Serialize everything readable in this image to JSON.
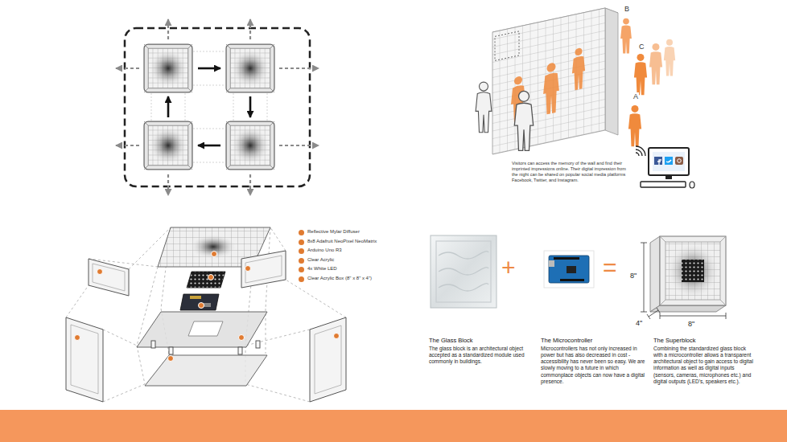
{
  "diagram": {
    "labels": [
      "A",
      "B",
      "C",
      "Visitors can access the memory of the wall and find their imprinted impressions online. Their digital impression from the night can be shared on popular social media platforms Facebook, Twitter, and Instagram.",
      "+",
      "=",
      "8\"",
      "4\"",
      "8\"",
      "The Glass Block",
      "The glass block is an architectural object accepted as a standardized module used commonly in buildings.",
      "The Microcontroller",
      "Microcontrollers has not only increased in power but has also decreased in cost - accessibility has never been so easy. We are slowly moving to a future in which commonplace objects can now have a digital presence.",
      "The Superblock",
      "Combining the standardized glass block with a microcontroller allows a transparent architectural object to gain access to digital information as well as digital inputs (sensors, cameras, microphones etc.) and digital outputs (LED's, speakers etc.)."
    ],
    "legend": [
      {
        "text": "Reflective Mylar Diffuser",
        "color": "#e07b31"
      },
      {
        "text": "8x8 Adafruit NeoPixel NeoMatrix",
        "color": "#e07b31"
      },
      {
        "text": "Arduino Uno R3",
        "color": "#e07b31"
      },
      {
        "text": "Clear Acrylic",
        "color": "#e07b31"
      },
      {
        "text": "4x White LED",
        "color": "#e07b31"
      },
      {
        "text": "Clear Acrylic Box (8\" x 8\" x 4\")",
        "color": "#e07b31"
      }
    ]
  }
}
